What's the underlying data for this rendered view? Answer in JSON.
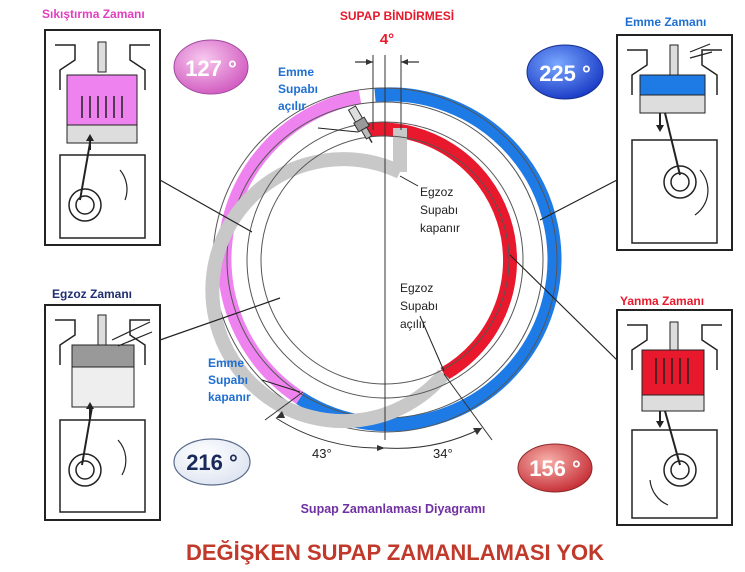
{
  "header": {
    "overlap_title": "SUPAP BİNDİRMESİ",
    "overlap_angle": "4°"
  },
  "strokes": {
    "compression": {
      "title": "Sıkıştırma Zamanı",
      "angle": "127 °",
      "color": "#e080e0"
    },
    "intake": {
      "title": "Emme Zamanı",
      "angle": "225 °",
      "color": "#2a6fe0"
    },
    "exhaust": {
      "title": "Egzoz Zamanı",
      "angle": "216 °",
      "color": "#ffffff"
    },
    "power": {
      "title": "Yanma Zamanı",
      "angle": "156 °",
      "color": "#e8303a"
    }
  },
  "annotations": {
    "intake_open": [
      "Emme",
      "Supabı",
      "açılır"
    ],
    "exhaust_close": [
      "Egzoz",
      "Supabı",
      "kapanır"
    ],
    "exhaust_open": [
      "Egzoz",
      "Supabı",
      "açılır"
    ],
    "intake_close": [
      "Emme",
      "Supabı",
      "kapanır"
    ]
  },
  "angles": {
    "left": "43°",
    "right": "34°"
  },
  "diagram_caption": "Supap Zamanlaması Diyagramı",
  "footer_title": "DEĞİŞKEN SUPAP ZAMANLAMASI YOK",
  "colors": {
    "blue": "#1e7be6",
    "red": "#e8192c",
    "pink": "#ee82ee",
    "gray": "#c8c8c8",
    "title_red": "#e8192c",
    "title_pink": "#e040c0",
    "title_blue": "#1f6fd0",
    "title_navy": "#1f2f6f",
    "purple": "#7030a0",
    "footer": "#c0392b"
  }
}
